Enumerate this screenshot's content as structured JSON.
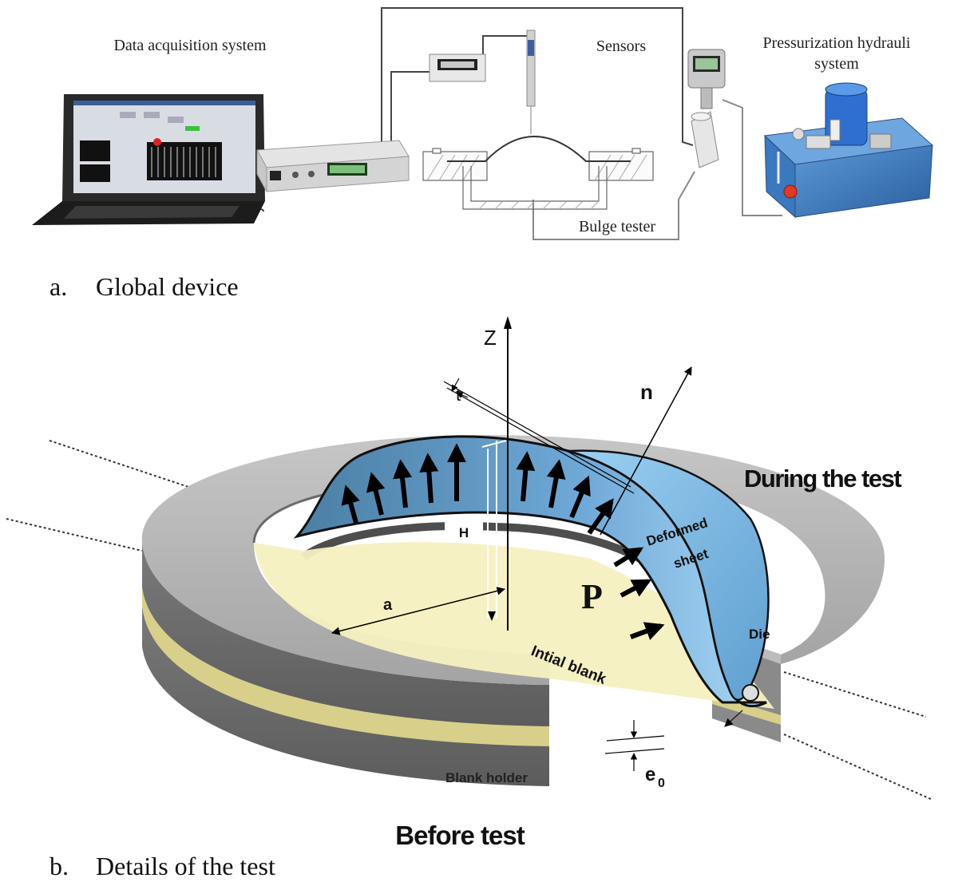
{
  "panel_a": {
    "labels": {
      "data_acquisition": "Data acquisition system",
      "sensors": "Sensors",
      "pressurization_line1": "Pressurization hydrauli",
      "pressurization_line2": "system",
      "bulge_tester": "Bulge tester"
    },
    "caption": {
      "letter": "a.",
      "text": "Global device"
    }
  },
  "panel_b": {
    "labels": {
      "z_axis": "Z",
      "thickness": "t",
      "normal": "n",
      "during_test": "During the test",
      "height": "H",
      "deformed_line1": "Deformed",
      "deformed_line2": "sheet",
      "pressure": "P",
      "radius": "a",
      "die": "Die",
      "initial_blank": "Intial blank",
      "blank_holder": "Blank holder",
      "initial_thickness": "e",
      "initial_thickness_sub": "0",
      "before_test": "Before test"
    },
    "caption": {
      "letter": "b.",
      "text": "Details of the test"
    }
  },
  "colors": {
    "die_gray": "#9a9a9a",
    "sheet_blue": "#7fb8e0",
    "blank_yellow": "#f5f0c0",
    "hydraulic_blue": "#3a78c0"
  }
}
